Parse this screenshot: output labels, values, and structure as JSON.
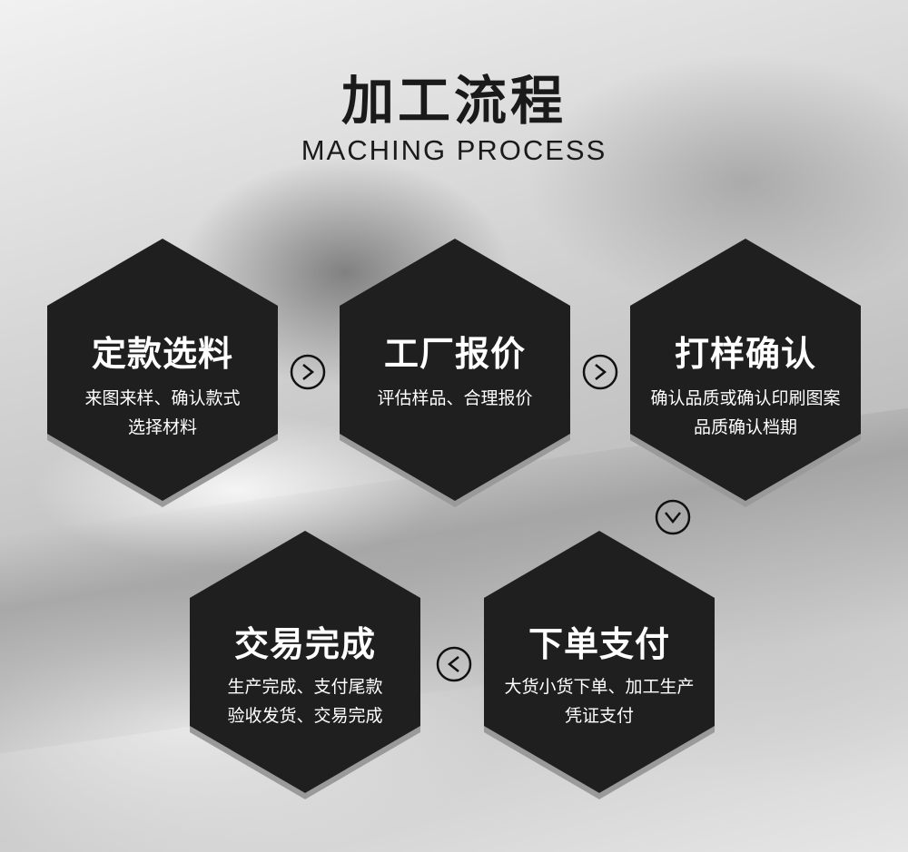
{
  "header": {
    "title": "加工流程",
    "subtitle": "MACHING PROCESS"
  },
  "steps": [
    {
      "title": "定款选料",
      "desc_line1": "来图来样、确认款式",
      "desc_line2": "选择材料"
    },
    {
      "title": "工厂报价",
      "desc_line1": "评估样品、合理报价",
      "desc_line2": ""
    },
    {
      "title": "打样确认",
      "desc_line1": "确认品质或确认印刷图案",
      "desc_line2": "品质确认档期"
    },
    {
      "title": "下单支付",
      "desc_line1": "大货小货下单、加工生产",
      "desc_line2": "凭证支付"
    },
    {
      "title": "交易完成",
      "desc_line1": "生产完成、支付尾款",
      "desc_line2": "验收发货、交易完成"
    }
  ],
  "arrows": [
    {
      "icon": "chevron-right-icon",
      "label": ">"
    },
    {
      "icon": "chevron-right-icon",
      "label": ">"
    },
    {
      "icon": "chevron-down-icon",
      "label": "v"
    },
    {
      "icon": "chevron-left-icon",
      "label": "<"
    }
  ],
  "colors": {
    "hex_fill": "#1f1f1f",
    "hex_bottom_band": "#9a9a9a",
    "text_dark": "#1a1a1a",
    "text_light": "#ffffff"
  }
}
